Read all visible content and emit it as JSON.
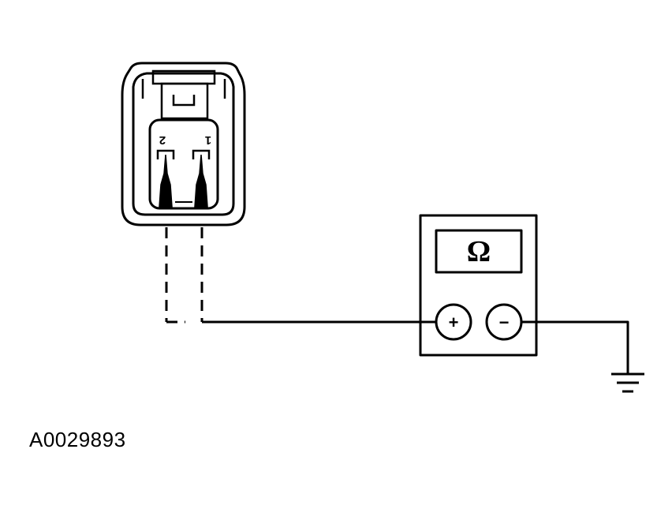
{
  "figure_id": "A0029893",
  "connector": {
    "pins": [
      {
        "label": "2"
      },
      {
        "label": "1"
      }
    ]
  },
  "meter": {
    "display_symbol": "Ω",
    "positive_symbol": "+",
    "negative_symbol": "−"
  }
}
